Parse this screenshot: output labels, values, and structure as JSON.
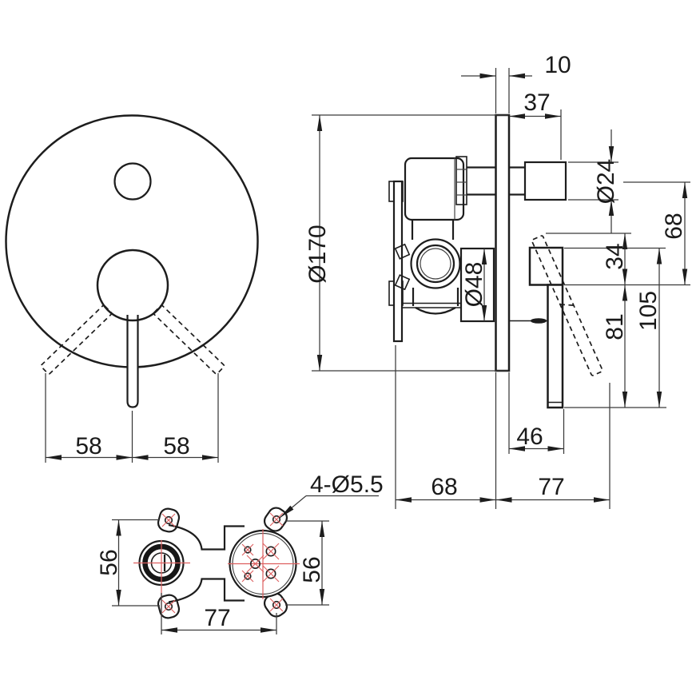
{
  "drawing": {
    "type": "technical-dimension-drawing",
    "subject": "concealed shower mixer valve with diverter",
    "colors": {
      "line": "#1d1d1d",
      "dimension": "#3a3a3a",
      "centerline": "#dd5f5f",
      "background": "#ffffff"
    }
  },
  "dims": {
    "front_left": "58",
    "front_right": "58",
    "plate_diameter": "Ø170",
    "plate_thickness": "10",
    "knob_protrusion": "37",
    "knob_diameter": "Ø24",
    "boss_diameter": "Ø48",
    "lever_top_to_axis": "34",
    "knob_to_axis": "68",
    "lever_length": "105",
    "axis_to_lever_end": "81",
    "plate_to_lever": "46",
    "valve_to_plate": "68",
    "lever_reach": "77",
    "bracket_holes_note": "4-Ø5.5",
    "bracket_height_left": "56",
    "bracket_height_right": "56",
    "bracket_hole_spacing": "77"
  }
}
